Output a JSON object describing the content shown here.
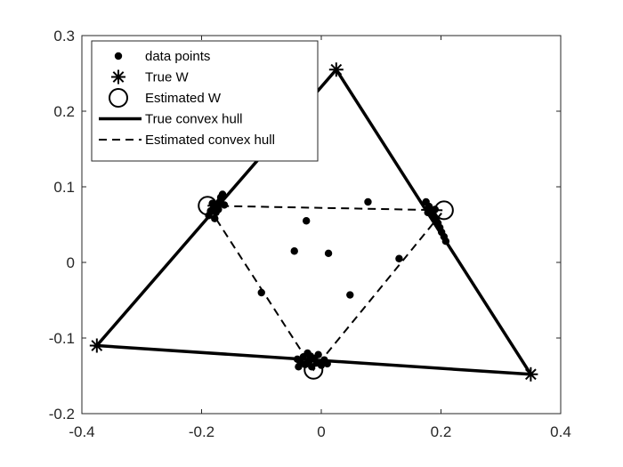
{
  "chart_data": {
    "type": "scatter",
    "title": "",
    "xlabel": "",
    "ylabel": "",
    "xlim": [
      -0.4,
      0.4
    ],
    "ylim": [
      -0.2,
      0.3
    ],
    "xticks": [
      -0.4,
      -0.2,
      0,
      0.2,
      0.4
    ],
    "yticks": [
      -0.2,
      -0.1,
      0,
      0.1,
      0.2,
      0.3
    ],
    "xtick_labels": [
      "-0.4",
      "-0.2",
      "0",
      "0.2",
      "0.4"
    ],
    "ytick_labels": [
      "-0.2",
      "-0.1",
      "0",
      "0.1",
      "0.2",
      "0.3"
    ],
    "grid": false,
    "legend_position": "top-left",
    "legend": [
      {
        "label": "data points",
        "marker": "dot"
      },
      {
        "label": "True W",
        "marker": "asterisk"
      },
      {
        "label": "Estimated W",
        "marker": "circle"
      },
      {
        "label": "True convex hull",
        "line": "solid"
      },
      {
        "label": "Estimated convex hull",
        "line": "dashed"
      }
    ],
    "true_w": [
      {
        "x": 0.025,
        "y": 0.255
      },
      {
        "x": -0.375,
        "y": -0.11
      },
      {
        "x": 0.35,
        "y": -0.148
      }
    ],
    "estimated_w": [
      {
        "x": -0.19,
        "y": 0.075
      },
      {
        "x": 0.205,
        "y": 0.069
      },
      {
        "x": -0.013,
        "y": -0.142
      }
    ],
    "data_points": [
      {
        "x": -0.188,
        "y": 0.062
      },
      {
        "x": -0.185,
        "y": 0.068
      },
      {
        "x": -0.18,
        "y": 0.072
      },
      {
        "x": -0.176,
        "y": 0.066
      },
      {
        "x": -0.173,
        "y": 0.074
      },
      {
        "x": -0.17,
        "y": 0.08
      },
      {
        "x": -0.168,
        "y": 0.086
      },
      {
        "x": -0.165,
        "y": 0.09
      },
      {
        "x": -0.162,
        "y": 0.076
      },
      {
        "x": -0.178,
        "y": 0.058
      },
      {
        "x": -0.182,
        "y": 0.078
      },
      {
        "x": -0.172,
        "y": 0.07
      },
      {
        "x": 0.175,
        "y": 0.08
      },
      {
        "x": 0.18,
        "y": 0.074
      },
      {
        "x": 0.183,
        "y": 0.068
      },
      {
        "x": 0.186,
        "y": 0.064
      },
      {
        "x": 0.189,
        "y": 0.06
      },
      {
        "x": 0.192,
        "y": 0.056
      },
      {
        "x": 0.195,
        "y": 0.052
      },
      {
        "x": 0.198,
        "y": 0.046
      },
      {
        "x": 0.201,
        "y": 0.04
      },
      {
        "x": 0.205,
        "y": 0.034
      },
      {
        "x": 0.208,
        "y": 0.028
      },
      {
        "x": 0.178,
        "y": 0.066
      },
      {
        "x": 0.19,
        "y": 0.07
      },
      {
        "x": -0.04,
        "y": -0.128
      },
      {
        "x": -0.035,
        "y": -0.132
      },
      {
        "x": -0.03,
        "y": -0.125
      },
      {
        "x": -0.027,
        "y": -0.135
      },
      {
        "x": -0.023,
        "y": -0.12
      },
      {
        "x": -0.02,
        "y": -0.13
      },
      {
        "x": -0.016,
        "y": -0.138
      },
      {
        "x": -0.012,
        "y": -0.127
      },
      {
        "x": -0.008,
        "y": -0.133
      },
      {
        "x": -0.005,
        "y": -0.122
      },
      {
        "x": 0.0,
        "y": -0.136
      },
      {
        "x": 0.005,
        "y": -0.129
      },
      {
        "x": 0.01,
        "y": -0.134
      },
      {
        "x": -0.038,
        "y": -0.138
      },
      {
        "x": -0.018,
        "y": -0.124
      },
      {
        "x": -0.025,
        "y": 0.055
      },
      {
        "x": 0.078,
        "y": 0.08
      },
      {
        "x": -0.045,
        "y": 0.015
      },
      {
        "x": 0.012,
        "y": 0.012
      },
      {
        "x": 0.13,
        "y": 0.005
      },
      {
        "x": -0.1,
        "y": -0.04
      },
      {
        "x": 0.048,
        "y": -0.043
      }
    ]
  }
}
